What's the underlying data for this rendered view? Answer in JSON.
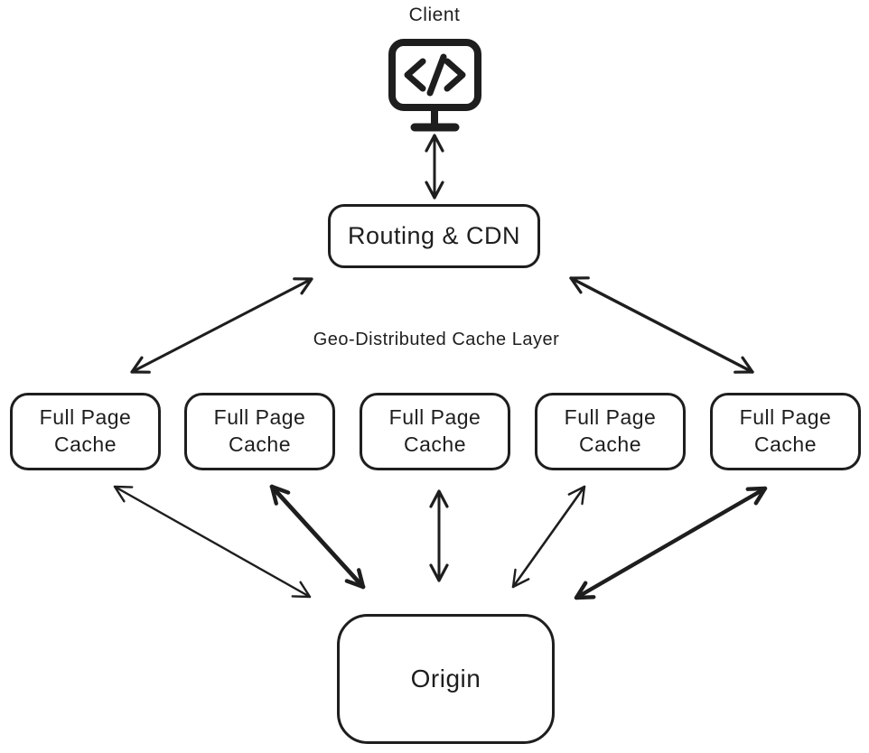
{
  "canvas": {
    "background": "#ffffff",
    "ink_color": "#1e1e1e"
  },
  "nodes": {
    "client": {
      "label": "Client",
      "icon": "monitor-with-code-icon"
    },
    "routing": {
      "label": "Routing & CDN"
    },
    "cache_layer_caption": "Geo-Distributed Cache Layer",
    "caches": [
      {
        "label": "Full Page Cache"
      },
      {
        "label": "Full Page Cache"
      },
      {
        "label": "Full Page Cache"
      },
      {
        "label": "Full Page Cache"
      },
      {
        "label": "Full Page Cache"
      }
    ],
    "origin": {
      "label": "Origin"
    }
  },
  "edges": [
    {
      "from": "client",
      "to": "routing",
      "bidirectional": true
    },
    {
      "from": "routing",
      "to": "cache-1",
      "bidirectional": true
    },
    {
      "from": "routing",
      "to": "cache-5",
      "bidirectional": true
    },
    {
      "from": "cache-1",
      "to": "origin",
      "bidirectional": true
    },
    {
      "from": "cache-2",
      "to": "origin",
      "bidirectional": true
    },
    {
      "from": "cache-3",
      "to": "origin",
      "bidirectional": true
    },
    {
      "from": "cache-4",
      "to": "origin",
      "bidirectional": true
    },
    {
      "from": "cache-5",
      "to": "origin",
      "bidirectional": true
    }
  ]
}
